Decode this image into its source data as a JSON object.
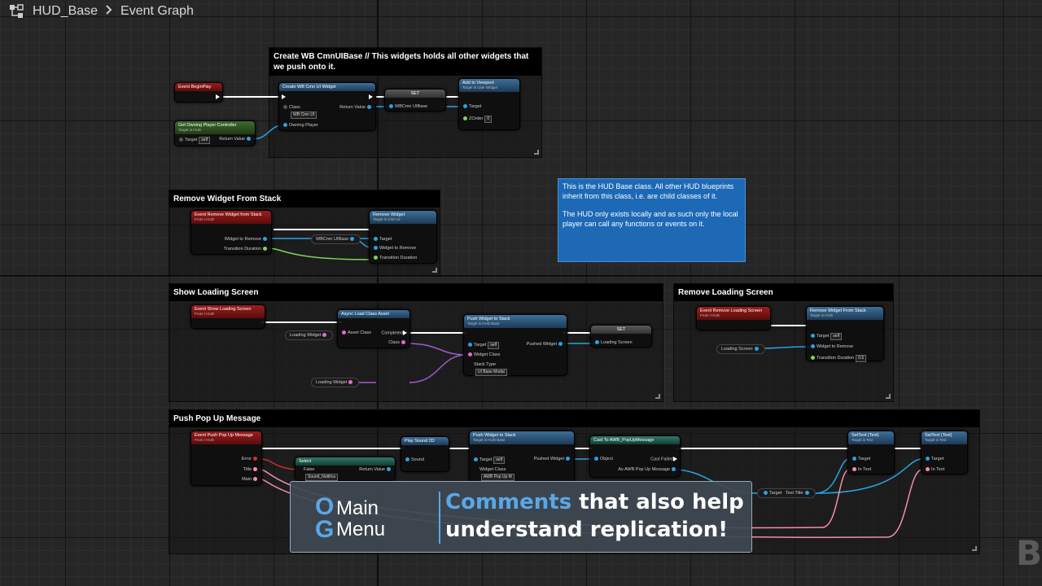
{
  "breadcrumb": {
    "asset": "HUD_Base",
    "graph": "Event Graph"
  },
  "comments": {
    "create": "Create WB CmnUIBase // This widgets holds all other widgets that we push onto it.",
    "remove": "Remove Widget From Stack",
    "show": "Show Loading Screen",
    "remove_loading": "Remove Loading Screen",
    "push": "Push Pop Up Message"
  },
  "note": {
    "p1": "This is the HUD Base class. All other HUD blueprints inherit from this class, i.e. are child classes of it.",
    "p2": "The HUD only exists locally and as such only the local player can call any functions or events on it."
  },
  "nodes": {
    "begin_play": {
      "title": "Event BeginPlay"
    },
    "get_owner": {
      "title": "Get Owning Player Controller",
      "sub": "Target is HUD",
      "target": "Target",
      "target_val": "self",
      "ret": "Return Value"
    },
    "create_widget": {
      "title": "Create WB Cmn UI Widget",
      "class": "Class",
      "class_val": "WB Cmn UI",
      "ret": "Return Value",
      "owner": "Owning Player"
    },
    "set": {
      "title": "SET",
      "var": "WBCmn UIBase"
    },
    "add_vp": {
      "title": "Add to Viewport",
      "sub": "Target is User Widget",
      "target": "Target",
      "zorder": "ZOrder",
      "zorder_val": "0"
    },
    "ev_remove": {
      "title": "Event Remove Widget from Stack",
      "sub": "From I HUD",
      "w": "Widget to Remove",
      "t": "Transition Duration"
    },
    "rm_var": {
      "title": "WBCmn UIBase"
    },
    "rm_fn": {
      "title": "Remove Widget",
      "sub": "Target is Cmn UI",
      "target": "Target",
      "w": "Widget to Remove",
      "t": "Transition Duration"
    },
    "ev_show": {
      "title": "Event Show Loading Screen",
      "sub": "From I HUD"
    },
    "loading_w1": "Loading Widget",
    "async": {
      "title": "Async Load Class Asset",
      "ac": "Asset Class",
      "completed": "Completed",
      "cls": "Class"
    },
    "loading_w2": "Loading Widget",
    "push1": {
      "title": "Push Widget to Stack",
      "sub": "Target is HUD Base",
      "target": "Target",
      "target_val": "self",
      "pushed": "Pushed Widget",
      "wc": "Widget Class",
      "st": "Stack Type",
      "st_val": "UI Base Modal"
    },
    "set2": {
      "title": "SET",
      "var": "Loading Screen"
    },
    "ev_rm_load": {
      "title": "Event Remove Loading Screen",
      "sub": "From I HUD"
    },
    "rm_stack": {
      "title": "Remove Widget From Stack",
      "sub": "Target is HUD",
      "target": "Target",
      "target_val": "self",
      "w": "Widget to Remove",
      "t": "Transition Duration",
      "t_val": "0.5"
    },
    "loading_var": "Loading Screen",
    "ev_popup": {
      "title": "Event Push Pop Up Message",
      "sub": "From I HUD",
      "err": "Error",
      "title2": "Title",
      "main": "Main"
    },
    "select": {
      "title": "Select",
      "false": "False",
      "false_val": "Sound_Notifica",
      "ret": "Return Value"
    },
    "sound2d": {
      "title": "Play Sound 2D",
      "sound": "Sound"
    },
    "push2": {
      "title": "Push Widget to Stack",
      "sub": "Target is HUD Base",
      "target": "Target",
      "target_val": "self",
      "pushed": "Pushed Widget",
      "wc": "Widget Class",
      "wc_val": "AWB Pop Up M"
    },
    "cast": {
      "title": "Cast To AWB_PopUpMessage",
      "obj": "Object",
      "fail": "Cast Failed",
      "as": "As AWB Pop Up Message"
    },
    "settext1": {
      "title": "SetText (Text)",
      "sub": "Target is Text",
      "target": "Target",
      "in": "In Text"
    },
    "settext2": {
      "title": "SetText (Text)",
      "sub": "Target is Text",
      "target": "Target",
      "in": "In Text"
    },
    "tt": {
      "target": "Target",
      "tt": "Text Title"
    }
  },
  "banner": {
    "logo_o": "O",
    "logo_g": "G",
    "logo_w1": "Main",
    "logo_w2": "Menu",
    "hl": "Comments",
    "rest1": " that also help",
    "line2": "understand replication!"
  },
  "corner_letter": "B"
}
